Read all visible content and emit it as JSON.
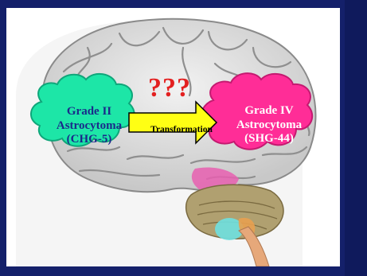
{
  "question_marks": "???",
  "left_cloud": {
    "line1": "Grade II",
    "line2": "Astrocytoma",
    "line3": "(CHG-5)",
    "fill": "#1de6a7"
  },
  "arrow": {
    "label": "Transformation",
    "fill": "#ffff14"
  },
  "right_cloud": {
    "line1": "Grade IV",
    "line2": "Astrocytoma",
    "line3": "(SHG-44)",
    "fill": "#ff2d97"
  },
  "colors": {
    "background": "#14206a",
    "question_marks": "#e32020"
  }
}
